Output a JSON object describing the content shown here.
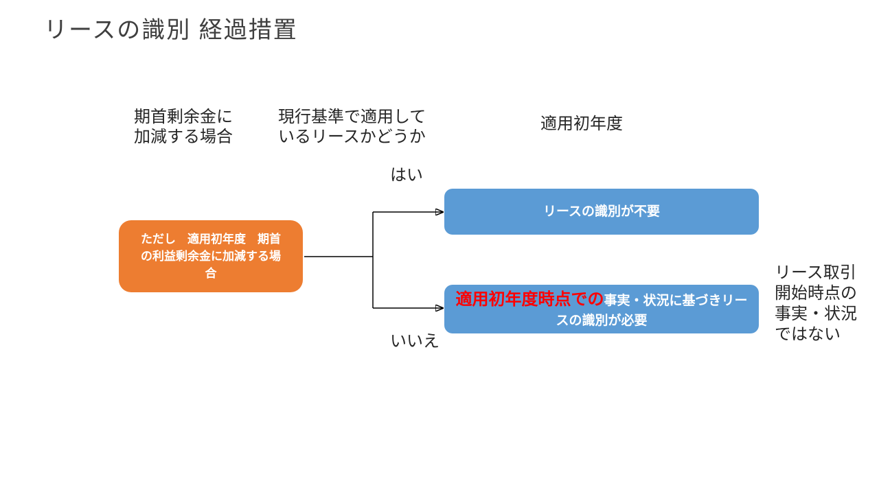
{
  "slide": {
    "title": "リースの識別 経過措置"
  },
  "labels": {
    "opening_surplus": "期首剰余金に\n加減する場合",
    "current_standard": "現行基準で適用して\nいるリースかどうか",
    "first_year": "適用初年度",
    "yes": "はい",
    "no": "いいえ",
    "side_note": "リース取引\n開始時点の\n事実・状況\nではない"
  },
  "nodes": {
    "condition": {
      "text": "ただし　適用初年度　期首の利益剰余金に加減する場合",
      "fill": "#ED7D31",
      "text_color": "#FFFFFF"
    },
    "not_required": {
      "text": "リースの識別が不要",
      "fill": "#5B9BD5",
      "text_color": "#FFFFFF"
    },
    "required": {
      "highlight": "適用初年度時点での",
      "rest": "事実・状況に基づきリースの識別が必要",
      "fill": "#5B9BD5",
      "highlight_color": "#FF0000",
      "text_color": "#FFFFFF"
    }
  },
  "connectors": {
    "color": "#000000"
  }
}
